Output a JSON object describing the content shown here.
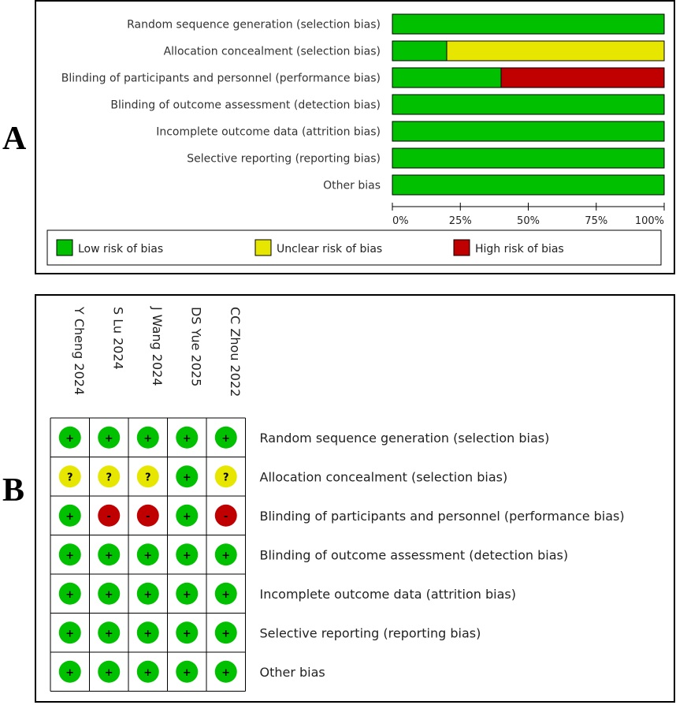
{
  "panels": {
    "a_label": "A",
    "b_label": "B"
  },
  "colors": {
    "low": "#00c000",
    "unclear": "#e6e600",
    "high": "#c00000"
  },
  "chart_data": [
    {
      "type": "bar",
      "orientation": "horizontal",
      "stacked": true,
      "categories": [
        "Random sequence generation (selection bias)",
        "Allocation concealment (selection bias)",
        "Blinding of participants and personnel (performance bias)",
        "Blinding of outcome assessment (detection bias)",
        "Incomplete outcome data (attrition bias)",
        "Selective reporting (reporting bias)",
        "Other bias"
      ],
      "series": [
        {
          "name": "Low risk of bias",
          "color": "#00c000",
          "values": [
            100,
            20,
            40,
            100,
            100,
            100,
            100
          ]
        },
        {
          "name": "Unclear risk of bias",
          "color": "#e6e600",
          "values": [
            0,
            80,
            0,
            0,
            0,
            0,
            0
          ]
        },
        {
          "name": "High risk of bias",
          "color": "#c00000",
          "values": [
            0,
            0,
            60,
            0,
            0,
            0,
            0
          ]
        }
      ],
      "xlim": [
        0,
        100
      ],
      "xticks": [
        "0%",
        "25%",
        "50%",
        "75%",
        "100%"
      ],
      "legend_position": "bottom"
    },
    {
      "type": "table",
      "studies": [
        "Y Cheng 2024",
        "S Lu 2024",
        "J Wang 2024",
        "DS Yue 2025",
        "CC Zhou 2022"
      ],
      "domains": [
        "Random sequence generation (selection bias)",
        "Allocation concealment (selection bias)",
        "Blinding of participants and personnel (performance bias)",
        "Blinding of outcome assessment (detection bias)",
        "Incomplete outcome data (attrition bias)",
        "Selective reporting (reporting bias)",
        "Other bias"
      ],
      "judgements": [
        [
          "+",
          "+",
          "+",
          "+",
          "+"
        ],
        [
          "?",
          "?",
          "?",
          "+",
          "?"
        ],
        [
          "+",
          "-",
          "-",
          "+",
          "-"
        ],
        [
          "+",
          "+",
          "+",
          "+",
          "+"
        ],
        [
          "+",
          "+",
          "+",
          "+",
          "+"
        ],
        [
          "+",
          "+",
          "+",
          "+",
          "+"
        ],
        [
          "+",
          "+",
          "+",
          "+",
          "+"
        ]
      ]
    }
  ]
}
